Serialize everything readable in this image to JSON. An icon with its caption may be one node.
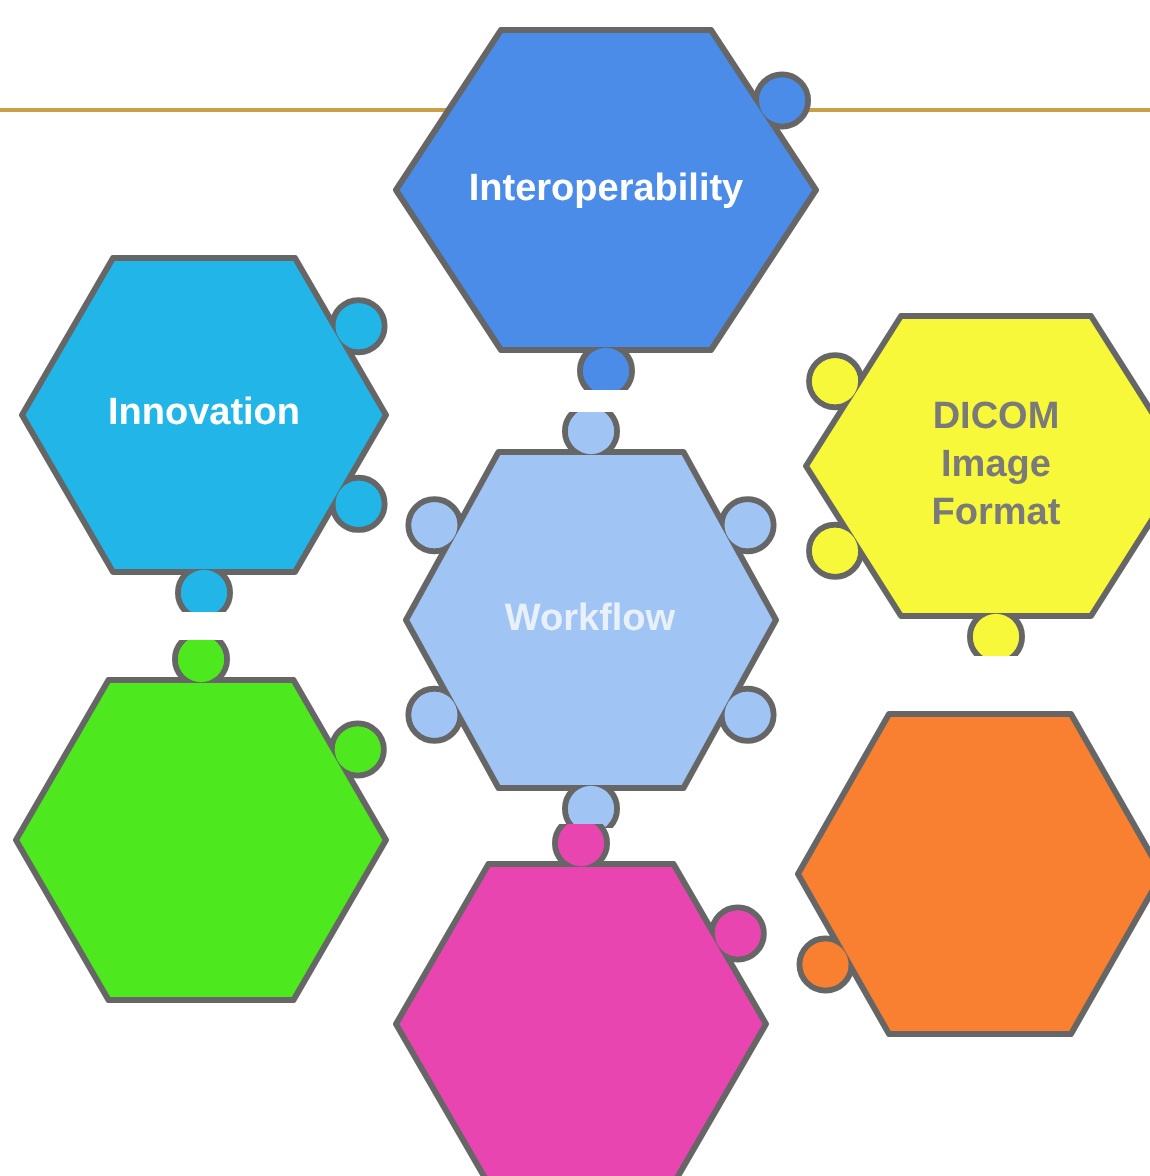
{
  "diagram": {
    "nodes": [
      {
        "text": [
          "Interoperability"
        ]
      },
      {
        "text": [
          "Innovation"
        ]
      },
      {
        "text": [
          "DICOM Image Format"
        ]
      },
      {
        "text": [
          "Workflow"
        ]
      },
      {
        "text": [],
        "shape": "hexagon"
      },
      {
        "text": [],
        "shape": "hexagon"
      },
      {
        "text": [],
        "shape": "hexagon"
      }
    ]
  }
}
